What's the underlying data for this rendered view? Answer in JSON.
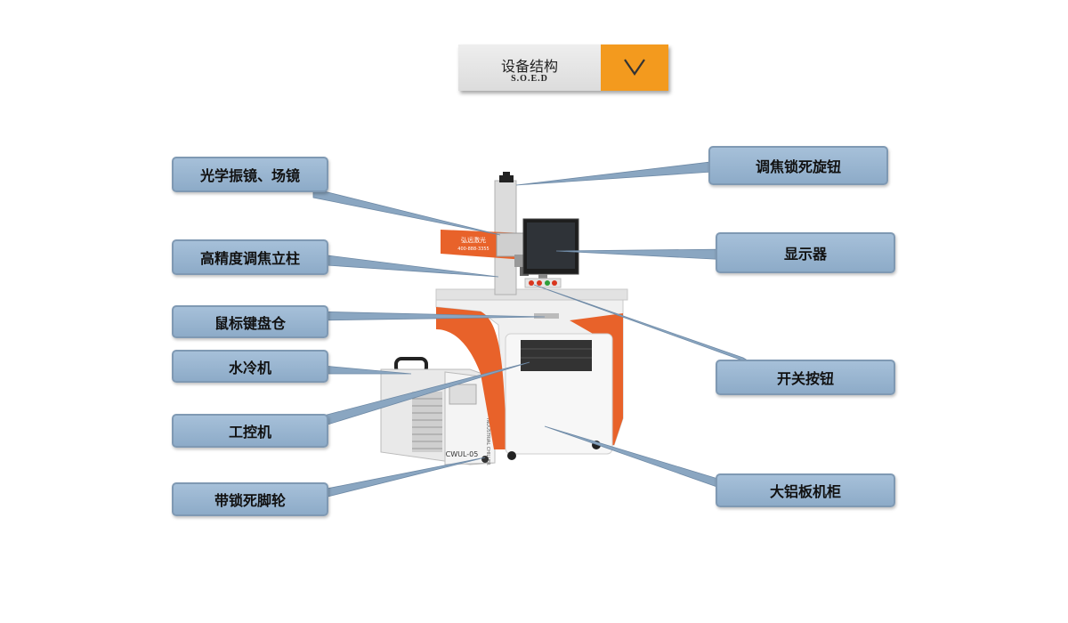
{
  "header": {
    "title": "设备结构",
    "subtitle": "S.O.E.D",
    "chevron_icon": "chevron-down-icon",
    "accent_color": "#f39a1e"
  },
  "machine": {
    "brand_text": "弘远激光",
    "phone_text": "400-888-3355",
    "chiller_model": "CWUL-05",
    "chiller_side_text": "INDUSTRIAL CHILLER",
    "body_color": "#e8622a"
  },
  "labels": {
    "galvo": "光学振镜、场镜",
    "column": "高精度调焦立柱",
    "keyboard": "鼠标键盘仓",
    "chiller": "水冷机",
    "ipc": "工控机",
    "casters": "带锁死脚轮",
    "focus_knob": "调焦锁死旋钮",
    "display": "显示器",
    "switch": "开关按钮",
    "cabinet": "大铝板机柜"
  },
  "colors": {
    "callout_fill": "#9bb7d2",
    "callout_border": "#7f99b3",
    "leader": "#7f99b3"
  }
}
